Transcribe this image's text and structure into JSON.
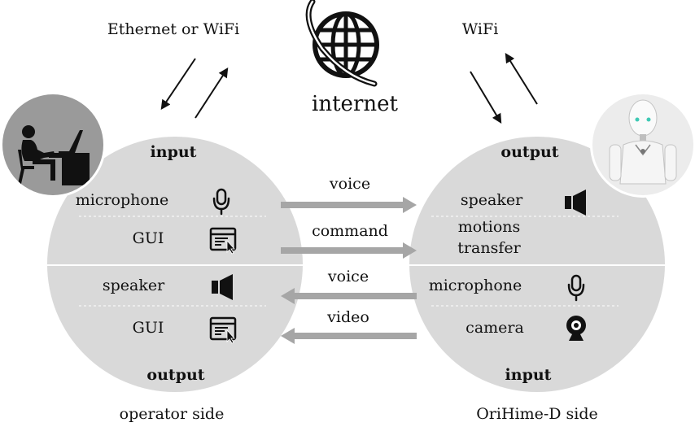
{
  "top": {
    "left_link": "Ethernet or WiFi",
    "right_link": "WiFi",
    "center": "internet"
  },
  "operator": {
    "caption": "operator side",
    "input_header": "input",
    "output_header": "output",
    "input_items": [
      {
        "label": "microphone",
        "icon": "microphone-icon"
      },
      {
        "label": "GUI",
        "icon": "gui-window-icon"
      }
    ],
    "output_items": [
      {
        "label": "speaker",
        "icon": "speaker-icon"
      },
      {
        "label": "GUI",
        "icon": "gui-window-icon"
      }
    ]
  },
  "robot": {
    "caption": "OriHime-D side",
    "output_header": "output",
    "input_header": "input",
    "output_items": [
      {
        "label": "speaker",
        "icon": "speaker-icon"
      },
      {
        "label_line1": "motions",
        "label_line2": "transfer"
      }
    ],
    "input_items": [
      {
        "label": "microphone",
        "icon": "microphone-icon"
      },
      {
        "label": "camera",
        "icon": "webcam-icon"
      }
    ]
  },
  "flows": [
    {
      "label": "voice",
      "direction": "right"
    },
    {
      "label": "command",
      "direction": "right"
    },
    {
      "label": "voice",
      "direction": "left"
    },
    {
      "label": "video",
      "direction": "left"
    }
  ],
  "colors": {
    "circle": "#d9d9d9",
    "arrow": "#a6a6a6",
    "divider": "#ffffff",
    "icon": "#111111"
  }
}
